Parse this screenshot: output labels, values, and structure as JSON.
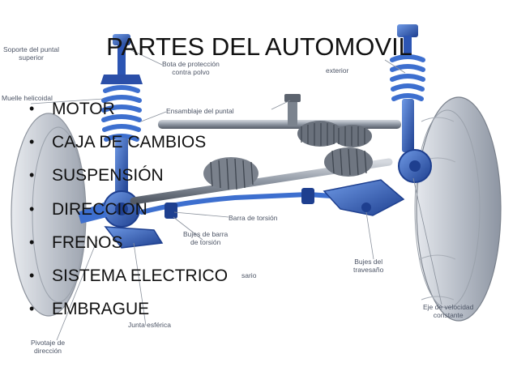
{
  "slide": {
    "title": "PARTES DEL AUTOMOVIL",
    "bullet_glyph": "•",
    "bullets": [
      "MOTOR",
      "CAJA DE CAMBIOS",
      "SUSPENSIÓN",
      "DIRECCION",
      "FRENOS",
      "SISTEMA ELECTRICO",
      "EMBRAGUE"
    ]
  },
  "diagram": {
    "callouts": {
      "soporte_line1": "Soporte del puntal",
      "soporte_line2": "superior",
      "bota_line1": "Bota de protección",
      "bota_line2": "contra polvo",
      "muelle": "Muelle helicoidal",
      "exterior": "exterior",
      "ensamblaje": "Ensamblaje del puntal",
      "barra_torsion": "Barra de torsión",
      "bujes_barra_line1": "Bujes de barra",
      "bujes_barra_line2": "de torsión",
      "bujes_travesano_line1": "Bujes del",
      "bujes_travesano_line2": "travesaño",
      "travesano_fragment": "sario",
      "eje_line1": "Eje de velocidad",
      "eje_line2": "constante",
      "junta": "Junta esférica",
      "pivotaje_line1": "Pivotaje de",
      "pivotaje_line2": "dirección"
    },
    "colors": {
      "part_blue": "#3d6fcf",
      "part_blue_dark": "#1e3f8f",
      "steel": "#8f97a3",
      "steel_dark": "#545b66",
      "tire": "#c9ced6",
      "label_gray": "#4d5566"
    }
  }
}
